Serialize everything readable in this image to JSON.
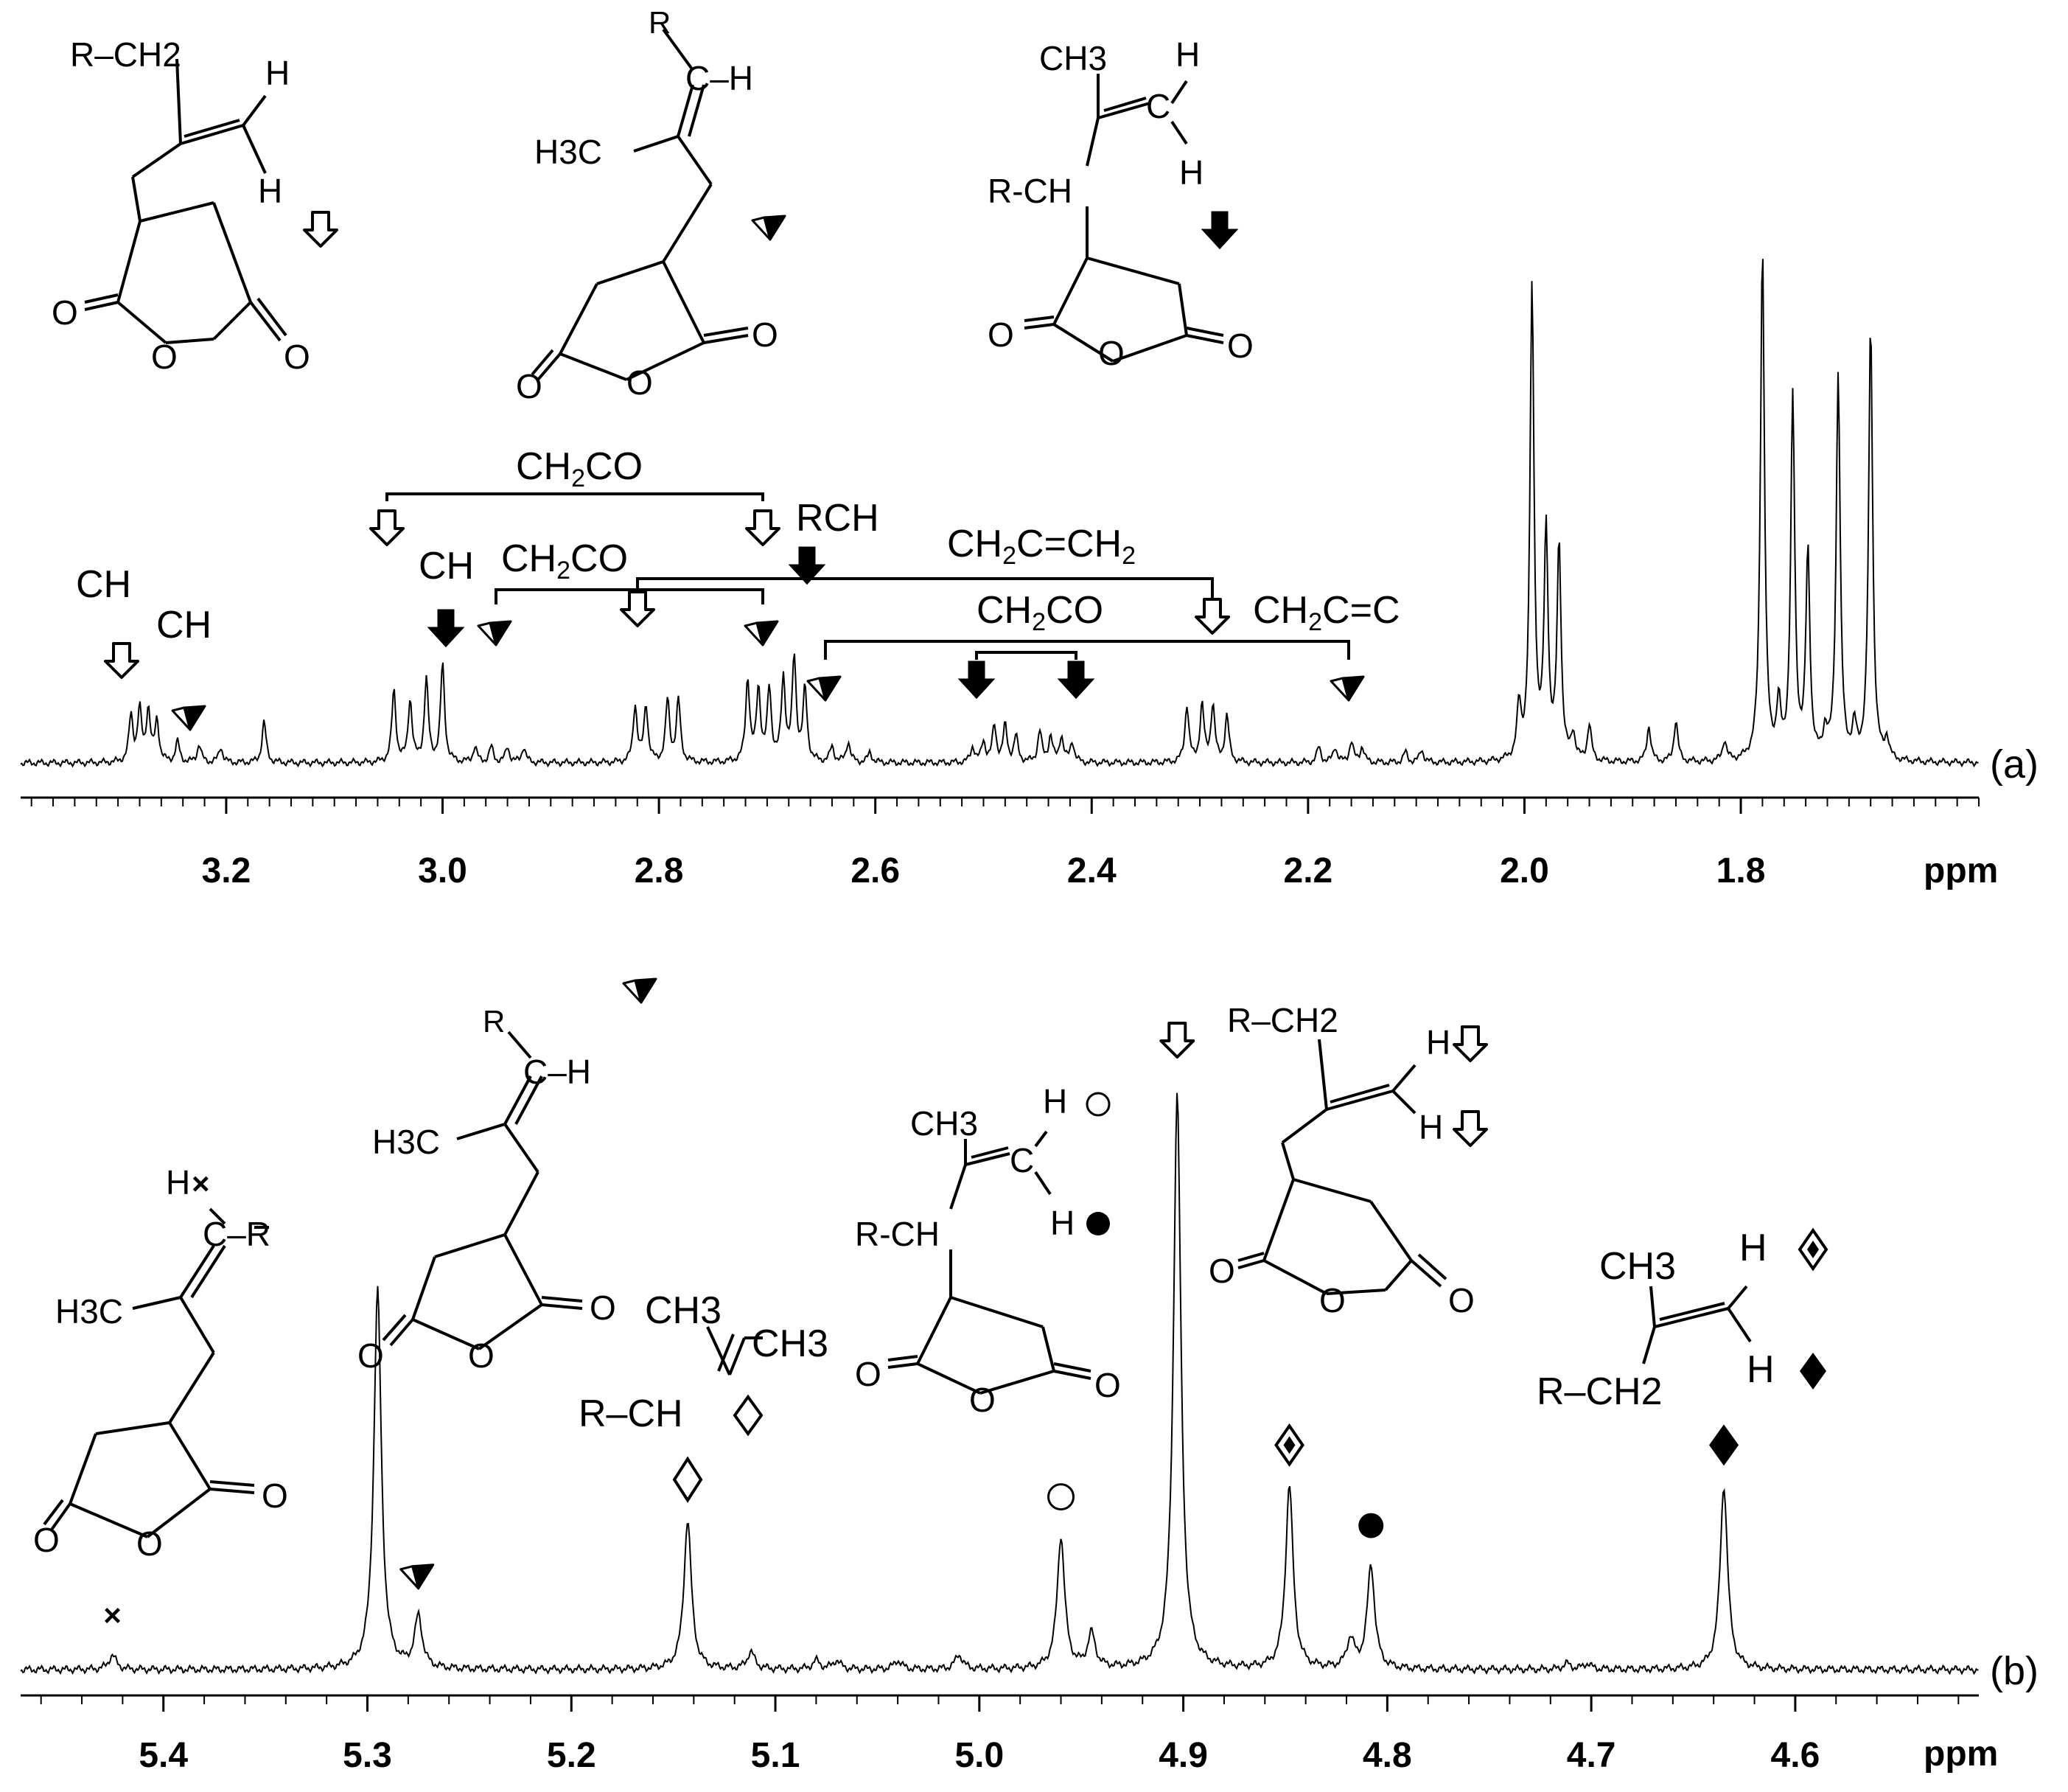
{
  "chart_data": [
    {
      "panel": "(a)",
      "type": "line",
      "x_unit": "ppm",
      "reversed_x": true,
      "xlim": [
        3.39,
        1.58
      ],
      "x_ticks": [
        3.2,
        3.0,
        2.8,
        2.6,
        2.4,
        2.2,
        2.0,
        1.8
      ],
      "x_tick_labels": [
        "3.2",
        "3.0",
        "2.8",
        "2.6",
        "2.4",
        "2.2",
        "2.0",
        "1.8"
      ],
      "y_unit": "relative intensity",
      "baseline": 0,
      "peaks": [
        {
          "ppm": 3.288,
          "h": 0.09
        },
        {
          "ppm": 3.28,
          "h": 0.1
        },
        {
          "ppm": 3.272,
          "h": 0.1
        },
        {
          "ppm": 3.264,
          "h": 0.08
        },
        {
          "ppm": 3.245,
          "h": 0.04
        },
        {
          "ppm": 3.225,
          "h": 0.035
        },
        {
          "ppm": 3.205,
          "h": 0.03
        },
        {
          "ppm": 3.165,
          "h": 0.08
        },
        {
          "ppm": 3.045,
          "h": 0.14
        },
        {
          "ppm": 3.03,
          "h": 0.12
        },
        {
          "ppm": 3.015,
          "h": 0.16
        },
        {
          "ppm": 3.0,
          "h": 0.19
        },
        {
          "ppm": 2.97,
          "h": 0.03
        },
        {
          "ppm": 2.955,
          "h": 0.03
        },
        {
          "ppm": 2.94,
          "h": 0.03
        },
        {
          "ppm": 2.925,
          "h": 0.03
        },
        {
          "ppm": 2.822,
          "h": 0.11
        },
        {
          "ppm": 2.812,
          "h": 0.11
        },
        {
          "ppm": 2.792,
          "h": 0.12
        },
        {
          "ppm": 2.782,
          "h": 0.12
        },
        {
          "ppm": 2.718,
          "h": 0.16
        },
        {
          "ppm": 2.708,
          "h": 0.14
        },
        {
          "ppm": 2.698,
          "h": 0.14
        },
        {
          "ppm": 2.685,
          "h": 0.16
        },
        {
          "ppm": 2.675,
          "h": 0.2
        },
        {
          "ppm": 2.665,
          "h": 0.14
        },
        {
          "ppm": 2.64,
          "h": 0.03
        },
        {
          "ppm": 2.625,
          "h": 0.04
        },
        {
          "ppm": 2.605,
          "h": 0.02
        },
        {
          "ppm": 2.51,
          "h": 0.03
        },
        {
          "ppm": 2.5,
          "h": 0.04
        },
        {
          "ppm": 2.49,
          "h": 0.07
        },
        {
          "ppm": 2.48,
          "h": 0.07
        },
        {
          "ppm": 2.47,
          "h": 0.05
        },
        {
          "ppm": 2.448,
          "h": 0.06
        },
        {
          "ppm": 2.438,
          "h": 0.05
        },
        {
          "ppm": 2.428,
          "h": 0.05
        },
        {
          "ppm": 2.418,
          "h": 0.04
        },
        {
          "ppm": 2.312,
          "h": 0.11
        },
        {
          "ppm": 2.298,
          "h": 0.11
        },
        {
          "ppm": 2.288,
          "h": 0.11
        },
        {
          "ppm": 2.275,
          "h": 0.09
        },
        {
          "ppm": 2.19,
          "h": 0.03
        },
        {
          "ppm": 2.175,
          "h": 0.03
        },
        {
          "ppm": 2.16,
          "h": 0.04
        },
        {
          "ppm": 2.15,
          "h": 0.03
        },
        {
          "ppm": 2.11,
          "h": 0.02
        },
        {
          "ppm": 2.095,
          "h": 0.025
        },
        {
          "ppm": 2.005,
          "h": 0.1
        },
        {
          "ppm": 1.993,
          "h": 0.92
        },
        {
          "ppm": 1.98,
          "h": 0.44
        },
        {
          "ppm": 1.968,
          "h": 0.42
        },
        {
          "ppm": 1.955,
          "h": 0.05
        },
        {
          "ppm": 1.94,
          "h": 0.07
        },
        {
          "ppm": 1.885,
          "h": 0.07
        },
        {
          "ppm": 1.86,
          "h": 0.08
        },
        {
          "ppm": 1.815,
          "h": 0.04
        },
        {
          "ppm": 1.78,
          "h": 1.0
        },
        {
          "ppm": 1.765,
          "h": 0.1
        },
        {
          "ppm": 1.752,
          "h": 0.7
        },
        {
          "ppm": 1.738,
          "h": 0.4
        },
        {
          "ppm": 1.722,
          "h": 0.05
        },
        {
          "ppm": 1.71,
          "h": 0.75
        },
        {
          "ppm": 1.695,
          "h": 0.06
        },
        {
          "ppm": 1.68,
          "h": 0.85
        },
        {
          "ppm": 1.665,
          "h": 0.04
        }
      ],
      "annotations": [
        {
          "text": "CH",
          "ppm": 3.3
        },
        {
          "text": "CH",
          "ppm": 3.23
        },
        {
          "text": "CH",
          "ppm": 2.99
        },
        {
          "text": "CH2CO",
          "ppm": 2.84
        },
        {
          "text": "CH2CO",
          "ppm": 2.84
        },
        {
          "text": "RCH",
          "ppm": 2.64
        },
        {
          "text": "CH2C=CH2",
          "ppm": 2.39
        },
        {
          "text": "CH2CO",
          "ppm": 2.47
        },
        {
          "text": "CH2C=C",
          "ppm": 2.16
        }
      ]
    },
    {
      "panel": "(b)",
      "type": "line",
      "x_unit": "ppm",
      "reversed_x": true,
      "xlim": [
        5.47,
        4.51
      ],
      "x_ticks": [
        5.4,
        5.3,
        5.2,
        5.1,
        5.0,
        4.9,
        4.8,
        4.7,
        4.6
      ],
      "x_tick_labels": [
        "5.4",
        "5.3",
        "5.2",
        "5.1",
        "5.0",
        "4.9",
        "4.8",
        "4.7",
        "4.6"
      ],
      "y_unit": "relative intensity",
      "baseline": 0,
      "peaks": [
        {
          "ppm": 5.425,
          "h": 0.025
        },
        {
          "ppm": 5.295,
          "h": 0.66
        },
        {
          "ppm": 5.275,
          "h": 0.09
        },
        {
          "ppm": 5.143,
          "h": 0.26
        },
        {
          "ppm": 5.112,
          "h": 0.03
        },
        {
          "ppm": 5.08,
          "h": 0.015
        },
        {
          "ppm": 5.07,
          "h": 0.015
        },
        {
          "ppm": 5.04,
          "h": 0.015
        },
        {
          "ppm": 5.01,
          "h": 0.025
        },
        {
          "ppm": 4.96,
          "h": 0.23
        },
        {
          "ppm": 4.945,
          "h": 0.06
        },
        {
          "ppm": 4.903,
          "h": 1.0
        },
        {
          "ppm": 4.848,
          "h": 0.32
        },
        {
          "ppm": 4.818,
          "h": 0.05
        },
        {
          "ppm": 4.808,
          "h": 0.18
        },
        {
          "ppm": 4.712,
          "h": 0.01
        },
        {
          "ppm": 4.702,
          "h": 0.01
        },
        {
          "ppm": 4.635,
          "h": 0.32
        }
      ],
      "annotations": [
        {
          "text": "×",
          "ppm": 5.425
        },
        {
          "text": "open arrowhead",
          "ppm": 5.275
        },
        {
          "text": "◇",
          "ppm": 5.143
        },
        {
          "text": "○",
          "ppm": 4.96
        },
        {
          "text": "⇩",
          "ppm": 4.903
        },
        {
          "text": "dotted diamond",
          "ppm": 4.848
        },
        {
          "text": "●",
          "ppm": 4.808
        },
        {
          "text": "◆",
          "ppm": 4.635
        }
      ]
    }
  ],
  "panel_labels": {
    "a": "(a)",
    "b": "(b)"
  },
  "axis_unit_label": "ppm",
  "structures_a": {
    "s1": {
      "top": "R–CH2",
      "h1": "H",
      "h2": "H"
    },
    "s2": {
      "r": "R",
      "ch": "C–H",
      "me": "H3C"
    },
    "s3": {
      "me": "CH3",
      "c": "C",
      "h1": "H",
      "h2": "H",
      "rch": "R-CH"
    }
  },
  "structures_b": {
    "s1": {
      "hx": "H",
      "cr": "C–R",
      "me": "H3C"
    },
    "s2": {
      "r": "R",
      "ch": "C–H",
      "me": "H3C"
    },
    "s3": {
      "me": "CH3",
      "me2": "CH3",
      "rch": "R–CH"
    },
    "s4": {
      "me": "CH3",
      "c": "C",
      "h1": "H",
      "h2": "H",
      "rch": "R-CH"
    },
    "s5": {
      "top": "R–CH2",
      "h1": "H",
      "h2": "H"
    },
    "s6": {
      "me": "CH3",
      "h1": "H",
      "h2": "H",
      "rch2": "R–CH2"
    }
  }
}
